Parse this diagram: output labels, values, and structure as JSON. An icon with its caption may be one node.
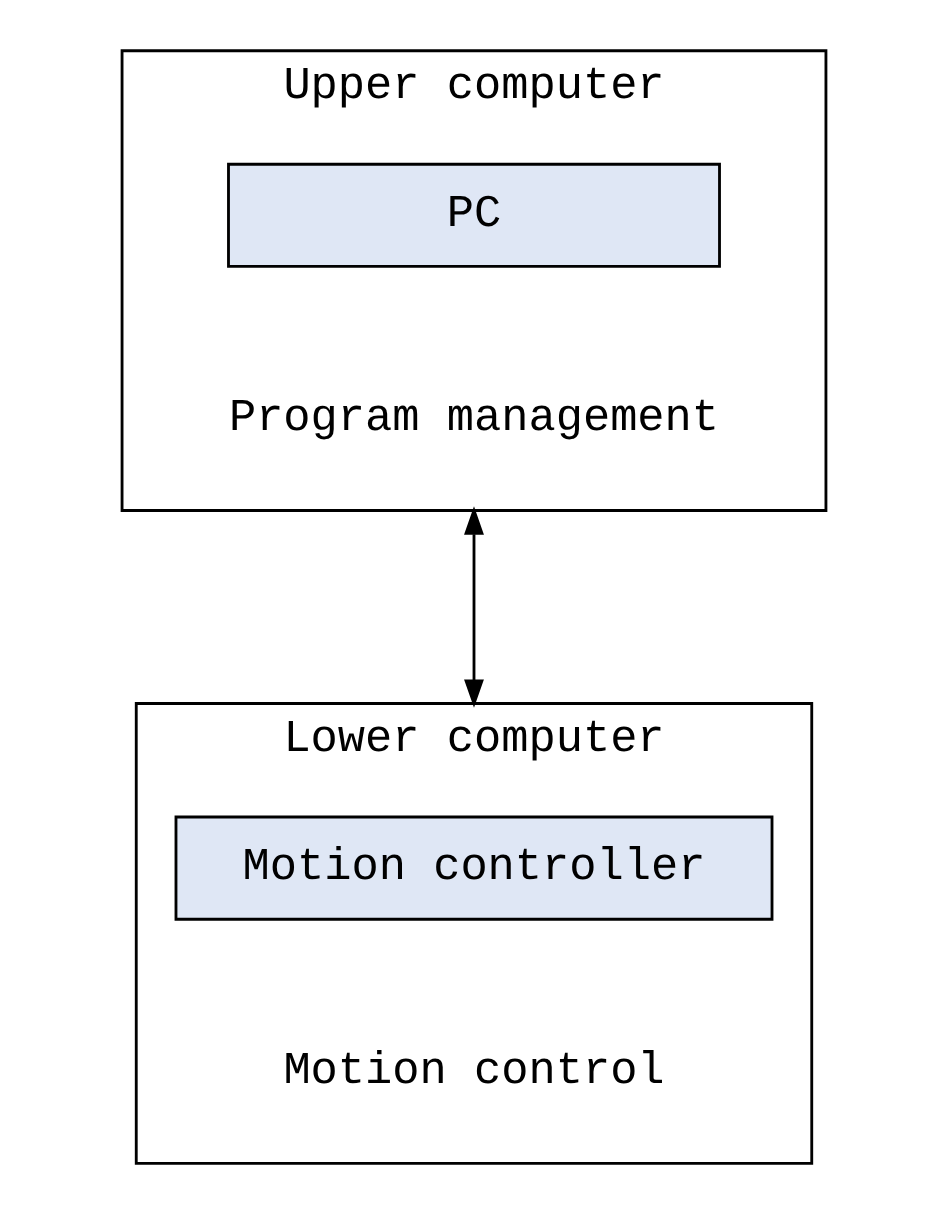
{
  "diagram": {
    "nodes": [
      {
        "text": [
          "Upper computer",
          "Program management"
        ]
      },
      {
        "text": [
          "PC"
        ],
        "in": 0
      },
      {
        "text": [
          "Lower computer",
          "Motion control"
        ]
      },
      {
        "text": [
          "Motion controller"
        ],
        "in": 2
      }
    ],
    "edges": [
      {
        "from": 0,
        "to": 2,
        "arrow": "both"
      }
    ]
  }
}
